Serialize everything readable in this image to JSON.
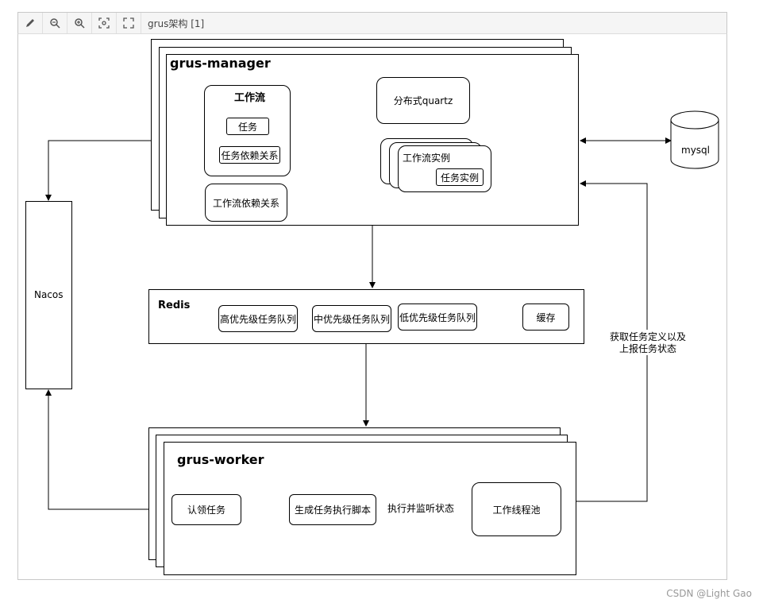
{
  "toolbar": {
    "title": "grus架构 [1]",
    "icons": [
      "edit-icon",
      "zoom-out-icon",
      "zoom-in-icon",
      "fit-icon",
      "fullscreen-icon"
    ]
  },
  "manager": {
    "title": "grus-manager",
    "workflow_title": "工作流",
    "task": "任务",
    "task_dep": "任务依赖关系",
    "workflow_dep": "工作流依赖关系",
    "quartz": "分布式quartz",
    "workflow_instance": "工作流实例",
    "task_instance": "任务实例"
  },
  "mysql": "mysql",
  "nacos": "Nacos",
  "redis": {
    "title": "Redis",
    "high": "高优先级任务队列",
    "mid": "中优先级任务队列",
    "low": "低优先级任务队列",
    "cache": "缓存"
  },
  "worker": {
    "title": "grus-worker",
    "claim": "认领任务",
    "gen_script": "生成任务执行脚本",
    "exec_monitor": "执行并监听状态",
    "thread_pool": "工作线程池"
  },
  "fetch_report_line1": "获取任务定义以及",
  "fetch_report_line2": "上报任务状态",
  "watermark": "CSDN @Light Gao"
}
